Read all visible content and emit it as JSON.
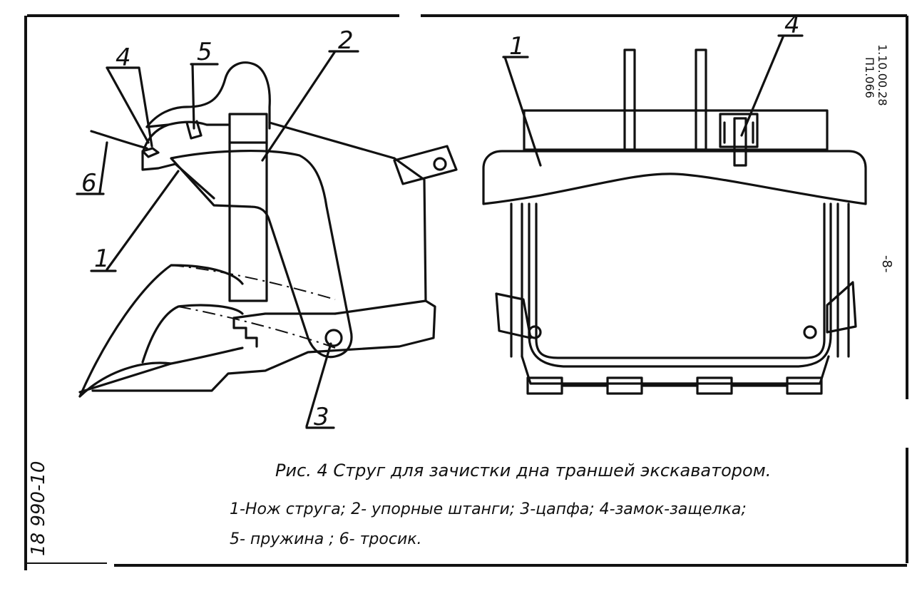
{
  "figure": {
    "caption_title": "Рис. 4 Струг для зачистки дна траншей экскаватором.",
    "legend_line1": "1-Нож струга; 2- упорные штанги; 3-цапфа; 4-замок-защелка;",
    "legend_line2": "5- пружина ;  6- тросик."
  },
  "side_view": {
    "callouts": [
      "1",
      "2",
      "3",
      "4",
      "5",
      "6"
    ]
  },
  "front_view": {
    "callouts": [
      "1",
      "4"
    ]
  },
  "margin": {
    "doc_code": "1.10.00.28",
    "doc_sub": "П1.066",
    "page_marker": "-8-",
    "left_code": "18  990-10"
  }
}
